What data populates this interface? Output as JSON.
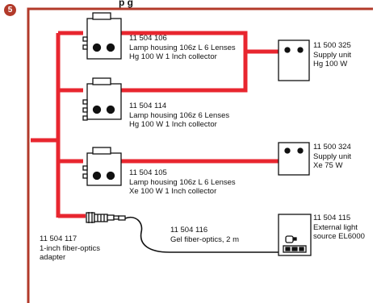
{
  "step_number": "5",
  "title_fragment": "p    g",
  "colors": {
    "frame": "#b23a2a",
    "cable": "#e8262f",
    "badge": "#b23a2a",
    "device_stroke": "#111111",
    "device_fill": "#ffffff"
  },
  "lamp_housings": [
    {
      "part_no": "11 504 106",
      "name": "Lamp housing 106z L 6 Lenses",
      "spec": "Hg 100 W 1 Inch collector"
    },
    {
      "part_no": "11 504 114",
      "name": "Lamp housing 106z 6 Lenses",
      "spec": "Hg 100 W 1 Inch collector"
    },
    {
      "part_no": "11 504 105",
      "name": "Lamp housing 106z L 6 Lenses",
      "spec": "Xe 100 W 1 Inch collector"
    }
  ],
  "supply_units": [
    {
      "part_no": "11 500 325",
      "name": "Supply unit",
      "spec": "Hg 100 W"
    },
    {
      "part_no": "11 500 324",
      "name": "Supply unit",
      "spec": "Xe 75 W"
    }
  ],
  "fiber_adapter": {
    "part_no": "11 504 117",
    "line1": "1-inch fiber-optics",
    "line2": "adapter"
  },
  "gel_fiber": {
    "part_no": "11 504 116",
    "name": "Gel fiber-optics, 2 m"
  },
  "external_source": {
    "part_no": "11 504 115",
    "line1": "External light",
    "line2": "source EL6000"
  }
}
